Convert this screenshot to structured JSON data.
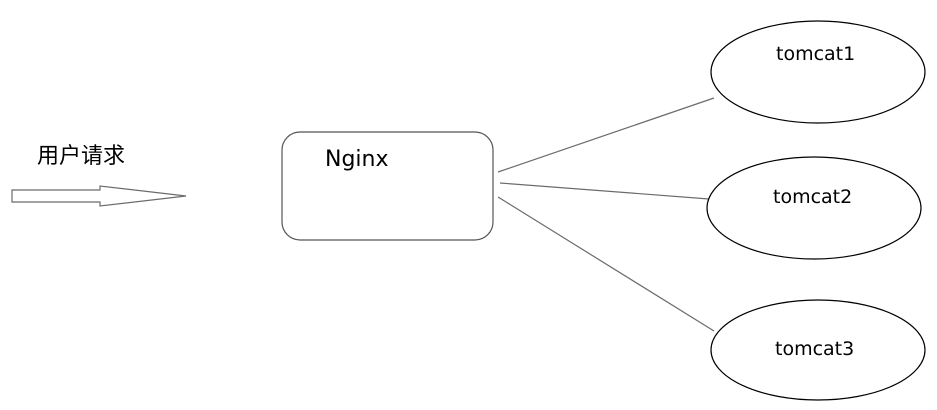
{
  "diagram": {
    "request_label": "用户请求",
    "proxy_label": "Nginx",
    "servers": [
      {
        "label": "tomcat1"
      },
      {
        "label": "tomcat2"
      },
      {
        "label": "tomcat3"
      }
    ]
  }
}
